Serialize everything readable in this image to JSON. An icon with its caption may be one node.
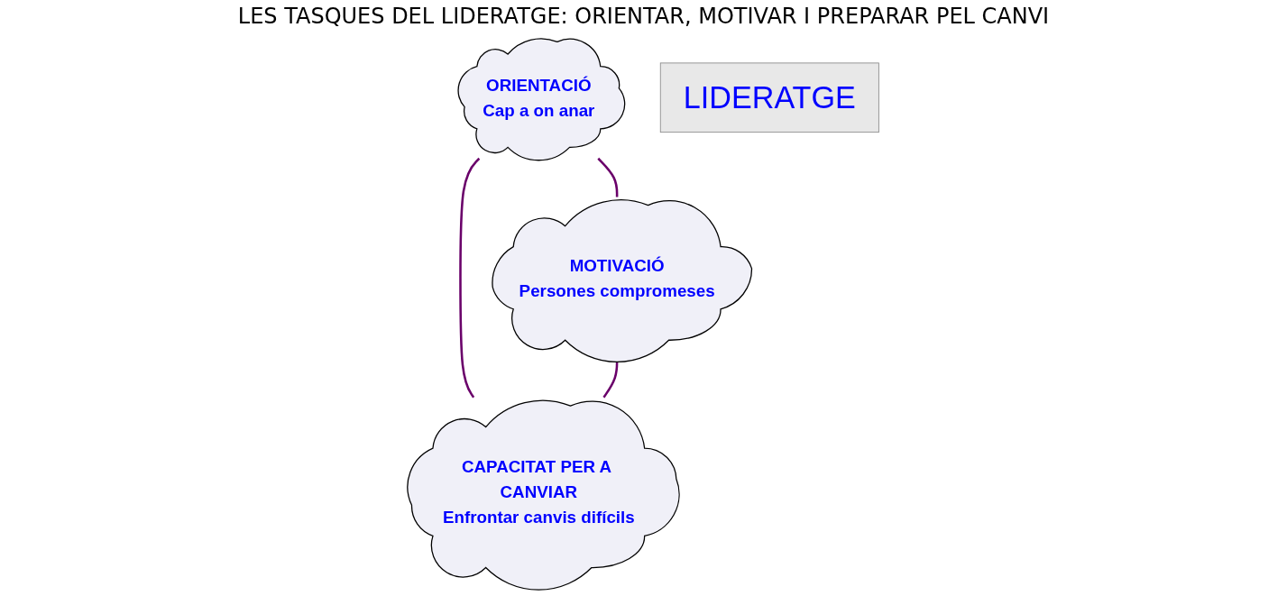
{
  "diagram": {
    "title": "LES TASQUES DEL LIDERATGE: ORIENTAR, MOTIVAR I PREPARAR PEL CANVI",
    "nodes": [
      {
        "text": [
          "ORIENTACIÓ",
          "Cap a on anar"
        ]
      },
      {
        "text": [
          "LIDERATGE"
        ]
      },
      {
        "text": [
          "MOTIVACIÓ",
          "Persones compromeses"
        ]
      },
      {
        "text": [
          "CAPACITAT PER A CANVIAR",
          "Enfrontar canvis difícils"
        ]
      }
    ],
    "edges": [
      {
        "from": 0,
        "to": 2,
        "arrow": "none"
      },
      {
        "from": 0,
        "to": 3,
        "arrow": "none"
      },
      {
        "from": 2,
        "to": 3,
        "arrow": "none"
      }
    ]
  }
}
